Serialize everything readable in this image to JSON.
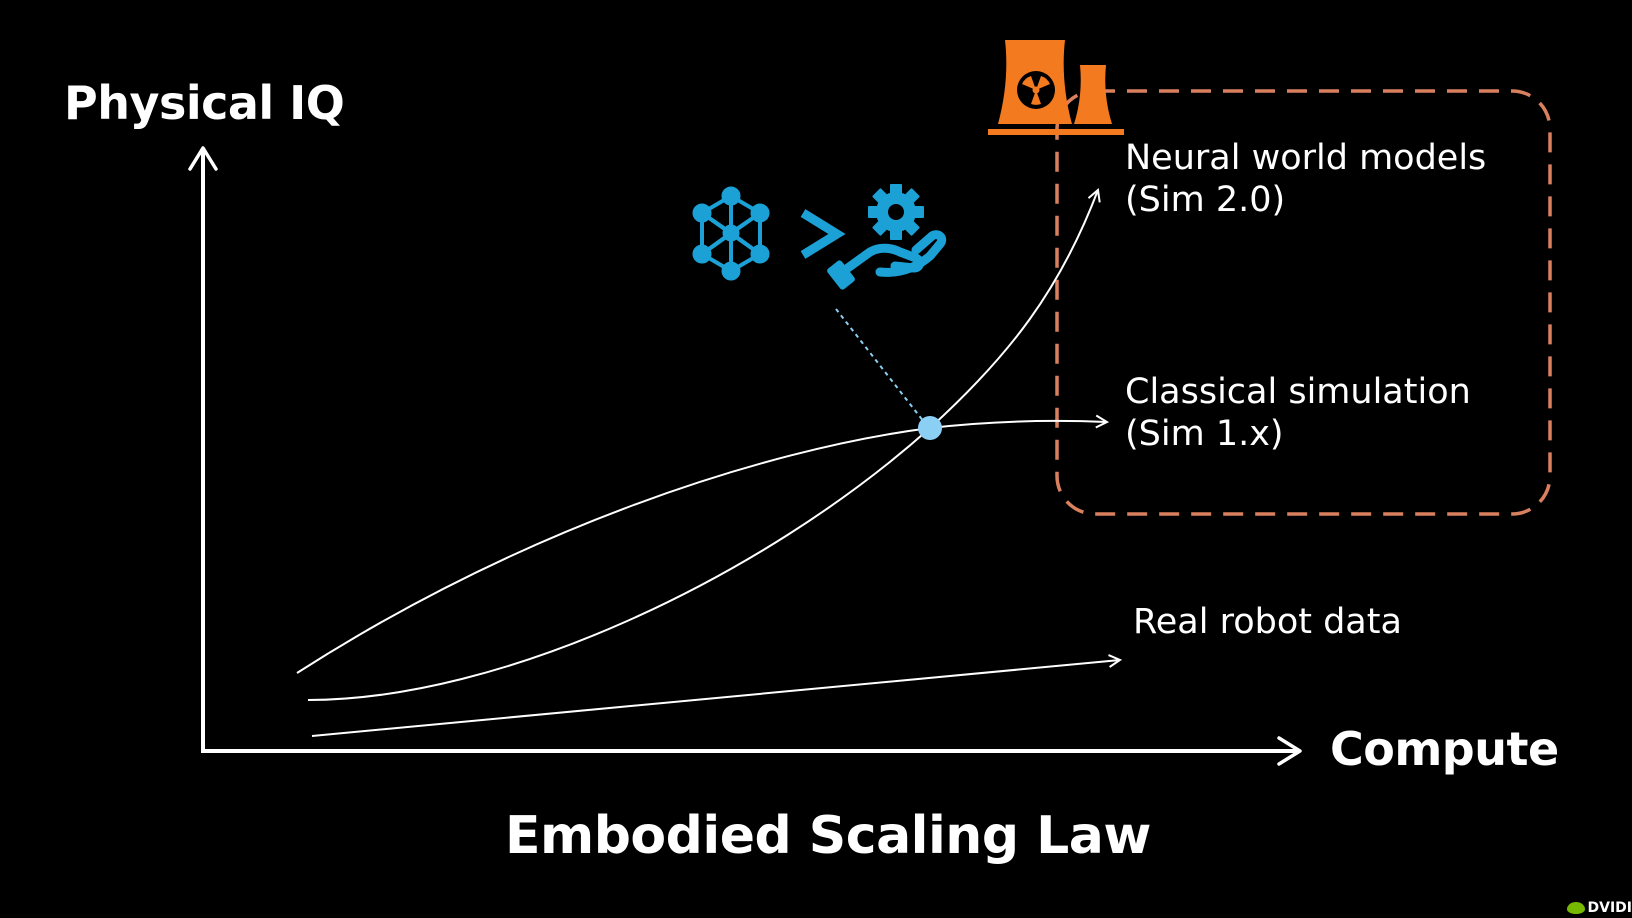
{
  "title": "Embodied Scaling Law",
  "axes": {
    "y_label": "Physical IQ",
    "x_label": "Compute"
  },
  "curves": [
    {
      "id": "neural",
      "label_line1": "Neural world models",
      "label_line2": "(Sim 2.0)"
    },
    {
      "id": "classical",
      "label_line1": "Classical simulation",
      "label_line2": "(Sim 1.x)"
    },
    {
      "id": "real",
      "label_line1": "Real robot data"
    }
  ],
  "icons": {
    "power_plant": "nuclear-power-plant-icon",
    "neural_network": "neural-network-icon",
    "greater_than": "greater-than-icon",
    "gear_hand": "gear-in-hand-icon",
    "crossover_point": "crossover-point-marker"
  },
  "colors": {
    "background": "#000000",
    "curve": "#ffffff",
    "accent_blue": "#1ba1d6",
    "point_blue": "#8ccff4",
    "orange": "#f47a1f",
    "dashed_box": "#d9805f",
    "brand_green": "#76b900"
  },
  "brand": {
    "text": "DVIDI"
  }
}
